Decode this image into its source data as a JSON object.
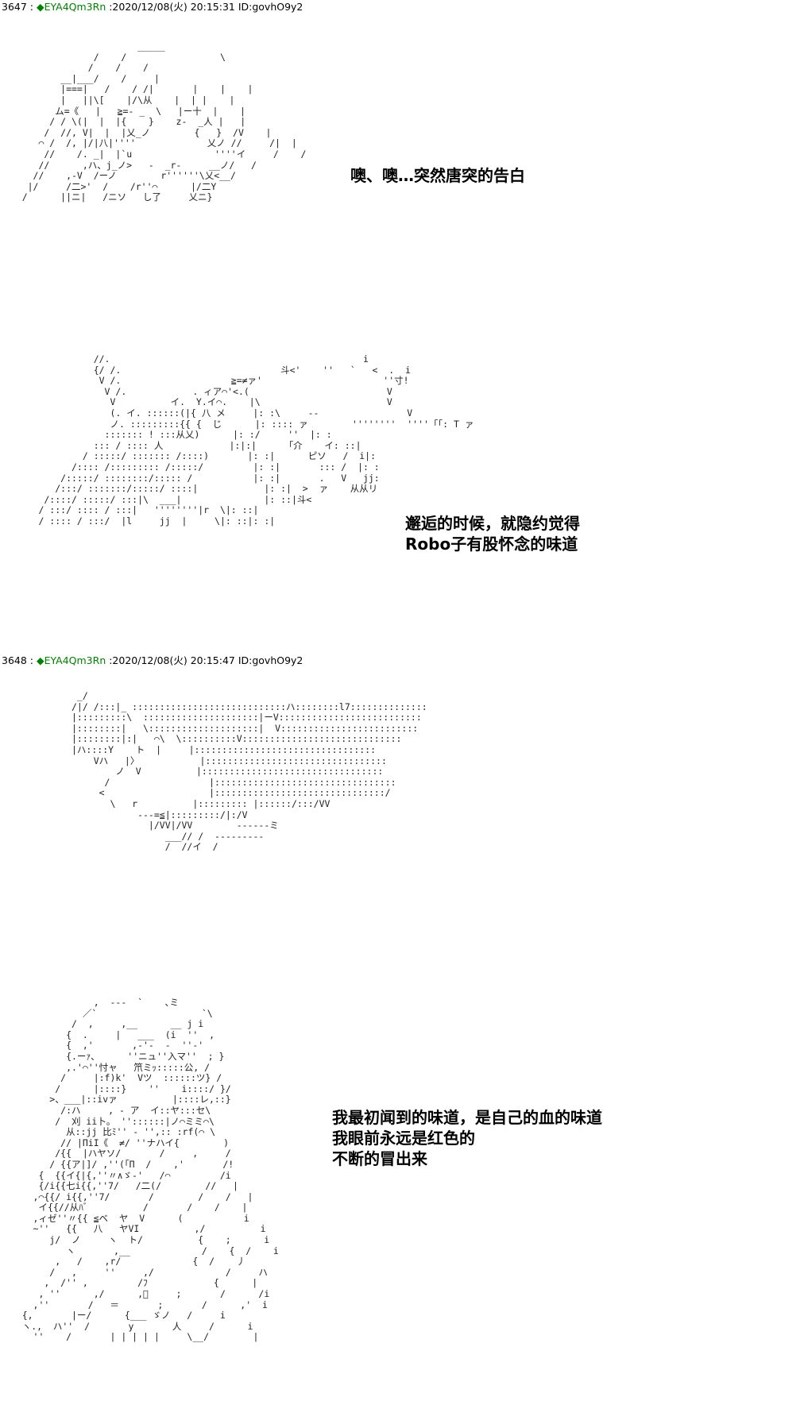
{
  "posts": [
    {
      "number": "3647",
      "separator": " : ",
      "trip": "◆EYA4Qm3Rn",
      "datetime": " :2020/12/08(火) 20:15:31 ID:govhO9y2"
    },
    {
      "number": "3648",
      "separator": " : ",
      "trip": "◆EYA4Qm3Rn",
      "datetime": " :2020/12/08(火) 20:15:47 ID:govhO9y2"
    }
  ],
  "captions": {
    "c1": [
      "噢、噢…突然唐突的告白"
    ],
    "c2": [
      "邂逅的时候，就隐约觉得",
      "Robo子有股怀念的味道"
    ],
    "c3": [
      "我最初闻到的味道，是自己的血的味道",
      "我眼前永远是红色的",
      "不断的冒出来"
    ]
  },
  "art": {
    "a1": "                         _____\n                 /    /                 \\\n                /    /    /\n           __|___/    /     |\n           |===|   /    / /|       |    |    |\n           |   ||\\[    |/\\从    |  | |    |\n          ム=《   |   ≧=- _  \\   |ー十  |    |\n         / / \\(|  |  |{    }    z-  _人 |   |\n        /  //, V|  |  |乂_ノ        {   }  /V    |\n       ⌒ /  /, |/|八|''''             乂ノ //     /|  |\n        //    /. _|  |`u               ''''イ     /    /\n       //      ,ハ、j_ノ>   -  _r-     __ノ/   /\n      //    ,-V  /ーノ        r''''''\\乂<__/\n     |/     /二>'  /    /r''⌒      |/二Y\n    /      ||ニ|   /ニソ   し了     乂ニ}",
    "a2": "                 //.                                              i\n                 {/ /.                             斗<'    ''   `   <  .  i\n                  V /.                    ≧=≠ァ'                      ''寸!\n                   V /.            . ィア⌒'<.(                         V\n                    V          イ.  Y.イ⌒.    |\\                       V\n                    (. イ. ::::::(|{ 八 メ     |: :\\     --                V\n                    ノ. :::::::::{{ {  じ      |: :::: ァ        ''''''''  ''''「「: T ァ  \n                   ::::::: ! :::从乂)      |: :/     ''  |: :\n                 ::: / :::: 人            |:|:|     「介    イ: ::|\n               / :::::/ ::::::: /::::)       |: :|      ピソ   /  i|:\n             /:::: /::::::::: /:::::/         |: :|       ::: /  |: :\n           /:::::/ ::::::::/::::: /           |: :|       .   V   jj: \n          /:::/ :::::::/:::::/ ::::|            |: :|  >  ァ    从从リ\n        /::::/ :::::/ :::|\\  ___|               |: ::|斗<\n       / :::/ :::: / :::|   ''''''''|r  \\|: ::|\n       / :::: / :::/  |l     jj  |     \\|: ::|: :|",
    "a3": "              _/\n             /|/ /:::|_ ::::::::::::::::::::::::::::ハ::::::::l7::::::::::::::\n             |:::::::::\\  :::::::::::::::::::::|ーV::::::::::::::::::::::::::\n             |::::::::|   \\::::::::::::::::::::|  V:::::::::::::::::::::::::\n             |::::::::|:|   ⌒\\  \\::::::::::V:::::::::::::::::::::::::::::\n             |ハ::::Y    ト  |     |:::::::::::::::::::::::::::::::::\n                 Vハ   |〉           |:::::::::::::::::::::::::::::::::\n                     ノ  V          |:::::::::::::::::::::::::::::::::\n                   /                  |:::::::::::::::::::::::::::::::::\n                  <                   |:::::::::::::::::::::::::::::::/\n                    \\   r          |::::::::: |::::::/:::/VV\n                         ---=≦|:::::::::/|:/V\n                           |/VV|/VV        ------ミ\n                              ___// /  ---------\n                              /  //イ  /",
    "a4": "                 ,  ---  `    ､ミ\n               ／`                   `\\\n             /  ,     ,__      __ j i\n            {  .     |   ___  (i  ''  ,\n            {  ,'       ,-'-  -  ''-'\n            {.ーｧ、     ''ニュ''入マ''  ; }\n            ,.'⌒''忖ャ   笊ミｯ:::::公, /\n           /     |:f)k'  Vツ  ::::::ツ} /\n          /      |::::}    ''    i::::/ }/\n         >、___|::ivァ          |::::レ,::}\n           /:ハ     , - ア  イ::ヤ:::セ\\\n          /  刈 ii卜。 ''::::::|ノ⌒ミミ⌒\\\n            从::jj 比ﾐ'' - '',:: :rf(⌒ \\\n           // |ΠiI《  ≠/ ''ナハイ{        )\n          /{{  |ハヤソ/       /     ,     /\n         / {{ア|]/ ,''(「Π  /    ,'       /!\n       {  {{イ{|{,''〃∧ゞ-'   /⌒         /i\n       {/i{{七i{{,''7/   /二(/        //   |\n      ,⌒{{/ i{{,''7/       /        /    /   |\n       イ{{//从ﾊﾞ          /       /    /    |\n      ,ィゼ''〃{{ ≦ベ  ヤ  V      (           i\n      ~''   {{   八   ヤVI          ,/          i\n         j/  ノ     ヽ  ト/          {    ;      i\n            ヽ       ,__             /    {  /    i\n          ,   /    ,r/             {  /    丿\n         /   ,     ''     ,/             /     ハ\n        ,  /'' ,         /ﾌ            {      |\n       , ''      ,/      ,ﾞ     ;       /      /i\n      ,''       /   ＝       ;       /      ,'  i\n    {,       |ー/      {___ ゞノ   /     i\n    ヽ.,  ハ''  /       y       人     /      i\n      ''    /       | | | | |     \\__/        |"
  }
}
